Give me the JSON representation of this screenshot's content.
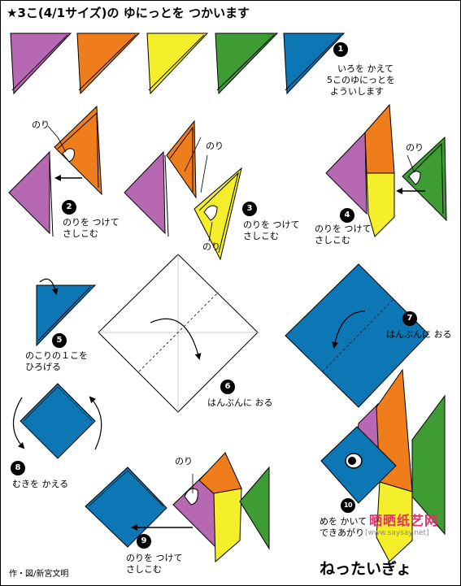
{
  "title": "★3こ(4/1サイズ)の ゆにっとを つかいます",
  "colors": {
    "purple": "#b768b2",
    "orange": "#f07d1c",
    "yellow": "#f4ef2a",
    "green": "#3f9b34",
    "blue": "#0d77b5",
    "outline": "#000000"
  },
  "glue_label": "のり",
  "steps": [
    {
      "number": "1",
      "text": [
        "いろを かえて",
        "5このゆにっとを",
        "よういします"
      ]
    },
    {
      "number": "2",
      "text": [
        "のりを つけて",
        "さしこむ"
      ]
    },
    {
      "number": "3",
      "text": [
        "のりを つけて",
        "さしこむ"
      ]
    },
    {
      "number": "4",
      "text": [
        "のりを つけて",
        "さしこむ"
      ]
    },
    {
      "number": "5",
      "text": [
        "のこりの１こを",
        "ひろげる"
      ]
    },
    {
      "number": "6",
      "text": [
        "はんぶんに おる"
      ]
    },
    {
      "number": "7",
      "text": [
        "はんぶんに おる"
      ]
    },
    {
      "number": "8",
      "text": [
        "むきを かえる"
      ]
    },
    {
      "number": "9",
      "text": [
        "のりを つけて",
        "さしこむ"
      ]
    },
    {
      "number": "10",
      "text": [
        "めを かいて",
        "できあがり"
      ]
    }
  ],
  "final_title": "ねったいぎょ",
  "credit": "作・図/新宮文明",
  "watermark": {
    "brand": "晒晒纸艺网",
    "url": "[www.saysay.net]"
  }
}
